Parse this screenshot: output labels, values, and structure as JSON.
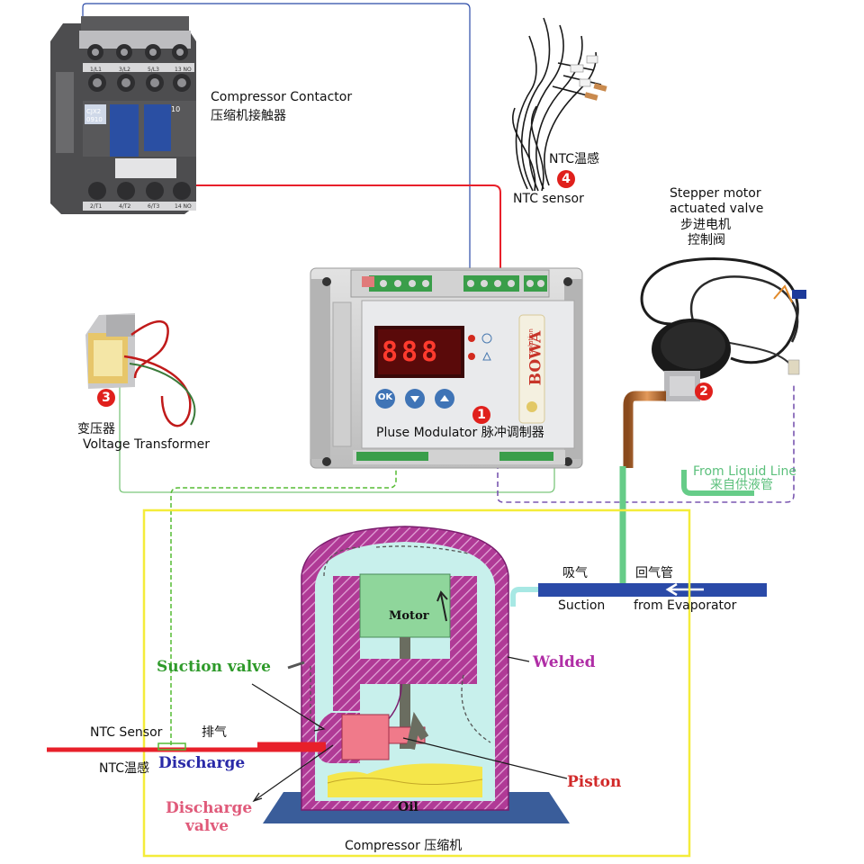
{
  "components": {
    "contactor": {
      "label_en": "Compressor Contactor",
      "label_zh": "压缩机接触器",
      "terminals_top": [
        "1/L1",
        "3/L2",
        "5/L3",
        "13 NO"
      ],
      "terminals_bottom": [
        "2/T1",
        "4/T2",
        "6/T3",
        "14 NO"
      ],
      "model": [
        "CJX2",
        "0910"
      ],
      "rating": "10"
    },
    "ntc_sensor": {
      "number": "4",
      "label_zh": "NTC温感",
      "label_en": "NTC sensor"
    },
    "stepper_valve": {
      "number": "2",
      "label_en": [
        "Stepper motor",
        "actuated valve"
      ],
      "label_zh": [
        "步进电机",
        "控制阀"
      ],
      "liquid_line_en": "From Liquid Line",
      "liquid_line_zh": "来自供液管"
    },
    "transformer": {
      "number": "3",
      "label_zh": "变压器",
      "label_en": "Voltage Transformer"
    },
    "pulse_modulator": {
      "number": "1",
      "label": "Pluse Modulator 脉冲调制器",
      "display": "888",
      "ok_button": "OK",
      "brand": "BOWA",
      "brand_sub": "solution"
    }
  },
  "compressor": {
    "caption": "Compressor 压缩机",
    "motor": "Motor",
    "suction_valve": "Suction valve",
    "welded": "Welded",
    "piston": "Piston",
    "oil": "Oil",
    "discharge": "Discharge",
    "discharge_zh": "排气",
    "discharge_valve": [
      "Discharge",
      "valve"
    ],
    "suction_zh": "吸气",
    "suction_en": "Suction",
    "return_zh": "回气管",
    "from_evaporator": "from Evaporator",
    "ntc_sensor_en": "NTC Sensor",
    "ntc_sensor_zh": "NTC温感"
  },
  "colors": {
    "red_wire": "#e8202a",
    "blue_wire": "#2a4aa8",
    "green_wire": "#7cc77c",
    "green_dashed": "#55bb33",
    "purple_dashed": "#7a56b0",
    "suction_pipe": "#2a4aa8",
    "liquid_line": "#66cc88",
    "compressor_shell": "#a0308c",
    "compressor_inner": "#c8f0ec",
    "oil": "#f5e64a",
    "yellow_frame": "#f4ec3a",
    "badge": "#e0201c"
  }
}
